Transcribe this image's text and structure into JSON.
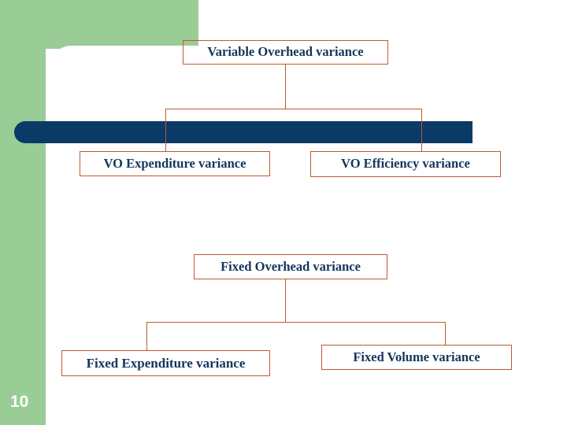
{
  "slide": {
    "page_number": "10",
    "background_color": "#FFFFFF",
    "accent_green": "#9ACC96",
    "accent_blue": "#0A3A66",
    "line_color": "#C05A2E",
    "text_color": "#12365C"
  },
  "diagram": {
    "variable_overhead": {
      "root_label": "Variable Overhead variance",
      "children": [
        {
          "label": "VO Expenditure variance"
        },
        {
          "label": "VO Efficiency variance"
        }
      ]
    },
    "fixed_overhead": {
      "root_label": "Fixed Overhead variance",
      "children": [
        {
          "label": "Fixed Expenditure variance"
        },
        {
          "label": "Fixed Volume variance"
        }
      ]
    }
  }
}
